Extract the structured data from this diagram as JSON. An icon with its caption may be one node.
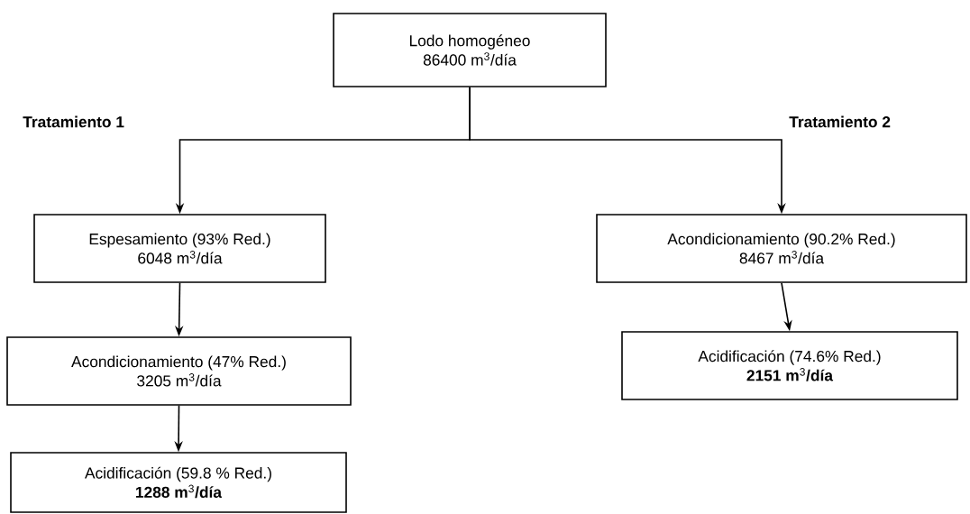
{
  "diagram": {
    "nodes": [
      {
        "text": [
          "Lodo homogéneo",
          "86400 m$^{3}$/día"
        ]
      },
      {
        "text": [
          "Espesamiento (93% Red.)",
          "6048 m$^{3}$/día"
        ]
      },
      {
        "text": [
          "Acondicionamiento (47% Red.)",
          "3205 m$^{3}$/día"
        ]
      },
      {
        "text": [
          "Acidificación (59.8 % Red.)",
          "**1288 m**$^{3}$**/día**"
        ]
      },
      {
        "text": [
          "Acondicionamiento (90.2% Red.)",
          "8467 m$^{3}$/día"
        ]
      },
      {
        "text": [
          "Acidificación (74.6% Red.)",
          "**2151 m**$^{3}$**/día**"
        ]
      }
    ],
    "edges": [
      {
        "from": 0,
        "to": 1,
        "arrow": "to"
      },
      {
        "from": 0,
        "to": 4,
        "arrow": "to"
      },
      {
        "from": 1,
        "to": 2,
        "arrow": "to"
      },
      {
        "from": 2,
        "to": 3,
        "arrow": "to"
      },
      {
        "from": 4,
        "to": 5,
        "arrow": "to"
      }
    ],
    "labels": [
      "Tratamiento 1",
      "Tratamiento 2"
    ]
  }
}
